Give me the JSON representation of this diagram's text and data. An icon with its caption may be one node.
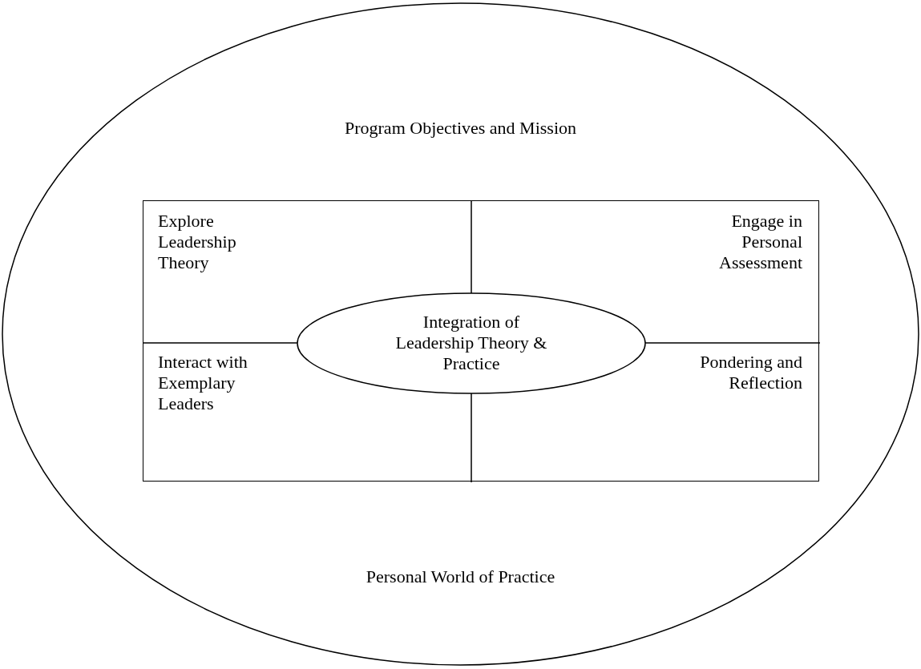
{
  "diagram": {
    "nodes": [
      {
        "text": [
          "Program Objectives and Mission",
          "Personal World of Practice"
        ]
      },
      {
        "text": [],
        "shape": "box",
        "in": 0
      },
      {
        "text": [
          "Explore Leadership Theory"
        ],
        "in": 1
      },
      {
        "text": [
          "Engage in Personal Assessment"
        ],
        "in": 1
      },
      {
        "text": [
          "Interact with Exemplary Leaders"
        ],
        "in": 1
      },
      {
        "text": [
          "Pondering and Reflection"
        ],
        "in": 1
      },
      {
        "text": [
          "Integration of Leadership Theory & Practice"
        ],
        "in": 1
      }
    ],
    "edges": []
  }
}
